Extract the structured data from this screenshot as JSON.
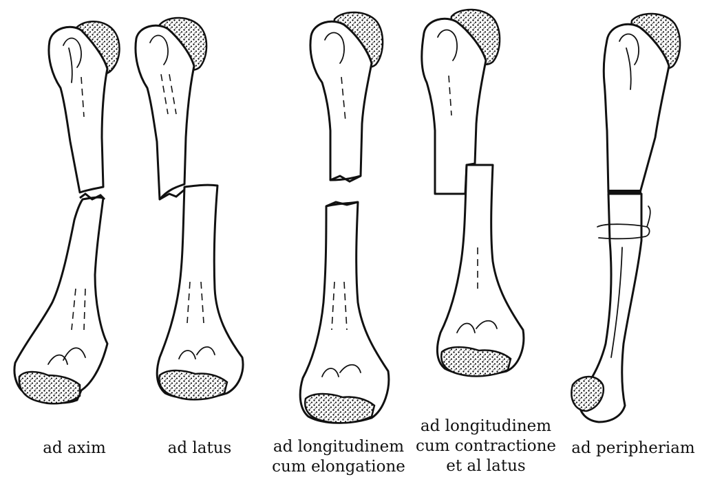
{
  "figures": [
    {
      "id": "axim",
      "caption": [
        "ad axim"
      ]
    },
    {
      "id": "latus",
      "caption": [
        "ad latus"
      ]
    },
    {
      "id": "elongatione",
      "caption": [
        "ad longitudinem",
        "cum elongatione"
      ]
    },
    {
      "id": "contractione",
      "caption": [
        "ad longitudinem",
        "cum contractione",
        "et al latus"
      ]
    },
    {
      "id": "peripheriam",
      "caption": [
        "ad peripheriam"
      ]
    }
  ]
}
